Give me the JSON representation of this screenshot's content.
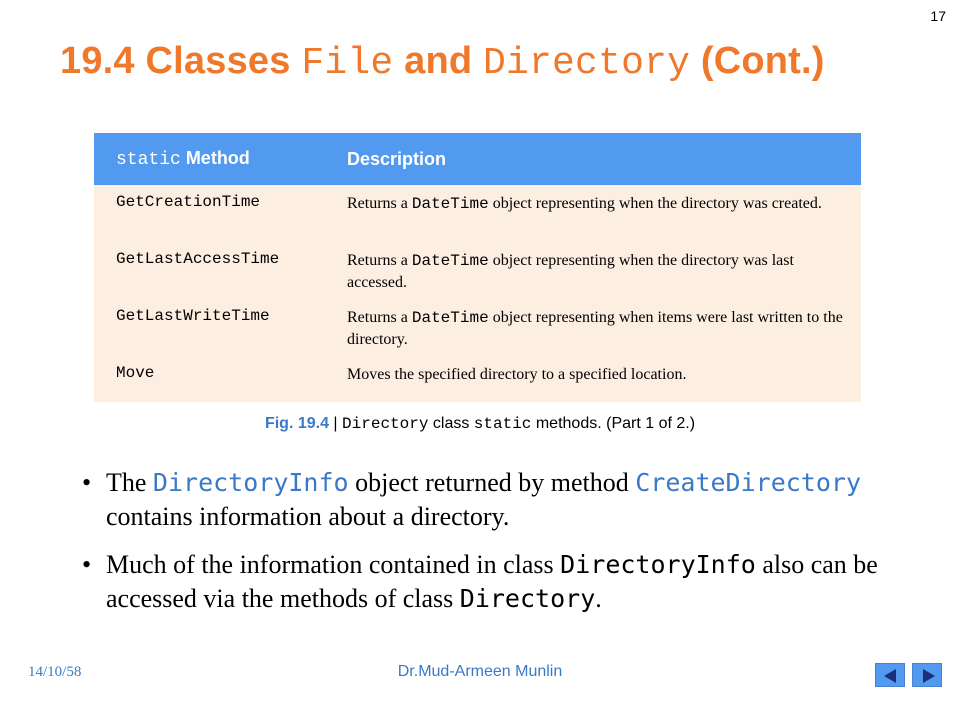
{
  "slide": {
    "number": "17"
  },
  "title": {
    "part1": "19.4  Classes ",
    "file_word": "File",
    "part2": " and ",
    "directory_word": "Directory",
    "part3": " (Cont.)"
  },
  "table": {
    "header_static": "static",
    "header_method": " Method",
    "header_description": "Description",
    "rows": [
      {
        "method": "GetCreationTime",
        "desc_pre": "Returns a ",
        "desc_code": "DateTime",
        "desc_post": " object representing when the directory was created."
      },
      {
        "method": "GetLastAccessTime",
        "desc_pre": "Returns a ",
        "desc_code": "DateTime",
        "desc_post": " object representing when the directory was last accessed."
      },
      {
        "method": "GetLastWriteTime",
        "desc_pre": "Returns a ",
        "desc_code": "DateTime",
        "desc_post": " object representing when items were last written to the directory."
      },
      {
        "method": "Move",
        "desc_pre": "Moves the specified directory to a specified location.",
        "desc_code": "",
        "desc_post": ""
      }
    ]
  },
  "caption": {
    "fig": "Fig. 19.4",
    "sep": " | ",
    "code1": "Directory",
    "mid": " class ",
    "code2": "static",
    "end": " methods. (Part 1 of 2.)"
  },
  "bullets": [
    {
      "pre": "The ",
      "code1": "DirectoryInfo",
      "mid": " object returned by method ",
      "code2": "CreateDirectory",
      "post": " contains information about a directory."
    },
    {
      "pre": "Much of the information contained in class ",
      "code1": "DirectoryInfo",
      "mid": " also can be accessed via the methods of class ",
      "code2": "Directory",
      "post": "."
    }
  ],
  "footer": {
    "date": "14/10/58",
    "author": "Dr.Mud-Armeen Munlin"
  },
  "colors": {
    "title": "#f0782a",
    "header_bg": "#5299f0",
    "row_bg": "#fdeee2",
    "accent_blue": "#3a78c8"
  }
}
